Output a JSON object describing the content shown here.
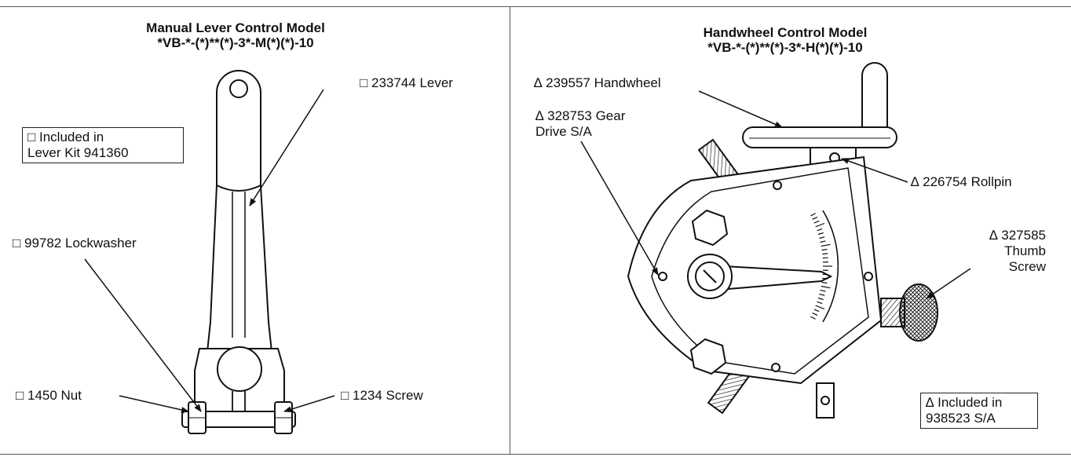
{
  "left": {
    "title_line1": "Manual Lever Control Model",
    "title_line2": "*VB-*-(*)**(*)-3*-M(*)(*)-10",
    "note_line1": "□ Included in",
    "note_line2": "Lever Kit 941360",
    "callouts": {
      "lever": "□ 233744 Lever",
      "lockwasher": "□ 99782 Lockwasher",
      "nut": "□ 1450 Nut",
      "screw": "□ 1234 Screw"
    }
  },
  "right": {
    "title_line1": "Handwheel Control Model",
    "title_line2": "*VB-*-(*)**(*)-3*-H(*)(*)-10",
    "note_line1": "∆ Included in",
    "note_line2": "938523 S/A",
    "callouts": {
      "handwheel": "∆ 239557 Handwheel",
      "gear_line1": "∆ 328753 Gear",
      "gear_line2": "Drive S/A",
      "rollpin": "∆ 226754 Rollpin",
      "thumb_line1": "∆ 327585",
      "thumb_line2": "Thumb",
      "thumb_line3": "Screw"
    }
  }
}
